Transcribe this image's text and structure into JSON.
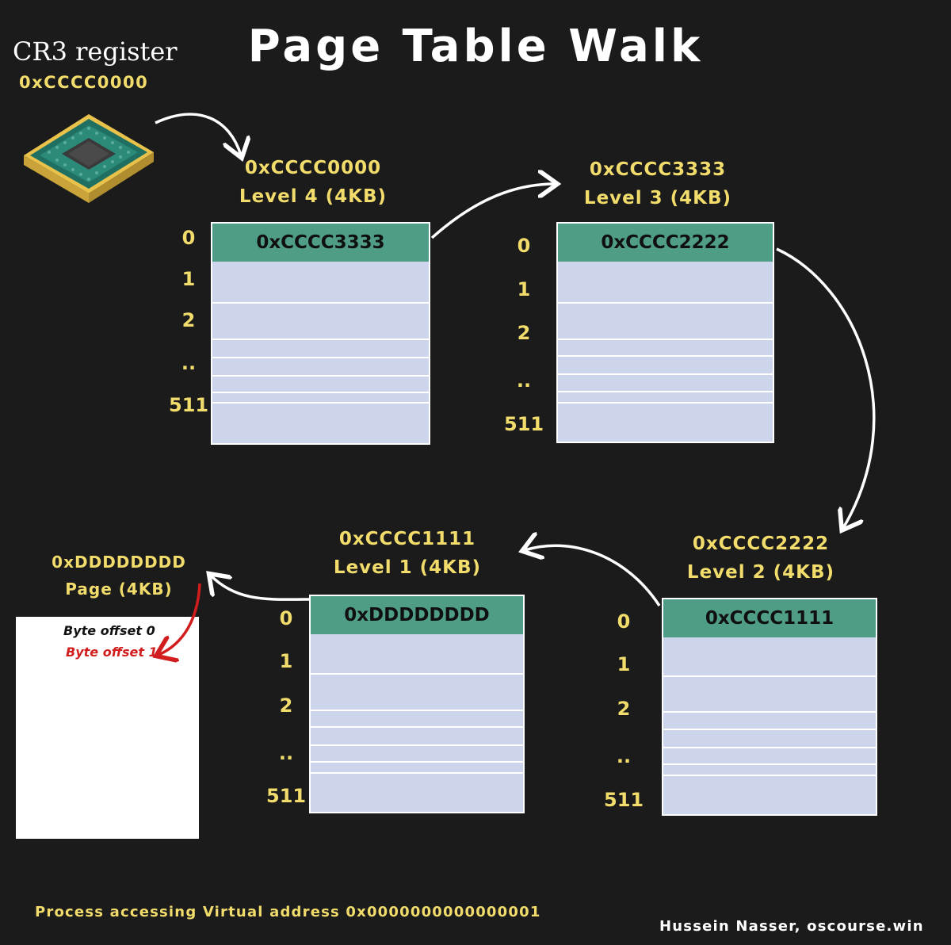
{
  "title": "Page Table Walk",
  "cr3": {
    "label": "CR3 register",
    "address": "0xCCCC0000"
  },
  "tables": {
    "level4": {
      "address": "0xCCCC0000",
      "name": "Level 4 (4KB)",
      "entry0": "0xCCCC3333"
    },
    "level3": {
      "address": "0xCCCC3333",
      "name": "Level 3 (4KB)",
      "entry0": "0xCCCC2222"
    },
    "level2": {
      "address": "0xCCCC2222",
      "name": "Level 2 (4KB)",
      "entry0": "0xCCCC1111"
    },
    "level1": {
      "address": "0xCCCC1111",
      "name": "Level 1 (4KB)",
      "entry0": "0xDDDDDDDD"
    }
  },
  "indices": [
    "0",
    "1",
    "2",
    "..",
    "511"
  ],
  "page": {
    "address": "0xDDDDDDDD",
    "name": "Page (4KB)",
    "byte_offset_0": "Byte offset 0",
    "byte_offset_1": "Byte offset 1"
  },
  "footer": "Process accessing Virtual address 0x0000000000000001",
  "credit": "Hussein Nasser, oscourse.win",
  "colors": {
    "background": "#1b1b1b",
    "label_yellow": "#f2dc6b",
    "entry_header": "#4f9d86",
    "table_fill": "#cdd5ec",
    "highlight_red": "#d11d1d"
  },
  "icons": [
    "cpu-chip-icon"
  ]
}
